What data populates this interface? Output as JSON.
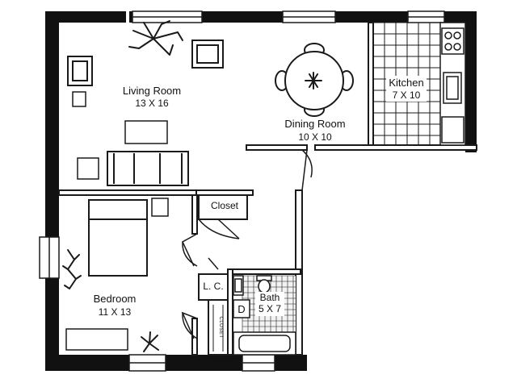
{
  "plan": {
    "rooms": [
      {
        "id": "living",
        "name": "Living Room",
        "size": "13 X 16"
      },
      {
        "id": "dining",
        "name": "Dining Room",
        "size": "10 X 10"
      },
      {
        "id": "kitchen",
        "name": "Kitchen",
        "size": "7 X 10"
      },
      {
        "id": "bedroom",
        "name": "Bedroom",
        "size": "11 X 13"
      },
      {
        "id": "bath",
        "name": "Bath",
        "size": "5 X 7"
      }
    ],
    "closet_label": "Closet",
    "linen_closet_label": "L. C.",
    "bedroom_closet_label": "CLOSET",
    "dryer_label": "D"
  },
  "colors": {
    "wall": "#111111",
    "line": "#1a1a1a",
    "background": "#ffffff"
  }
}
